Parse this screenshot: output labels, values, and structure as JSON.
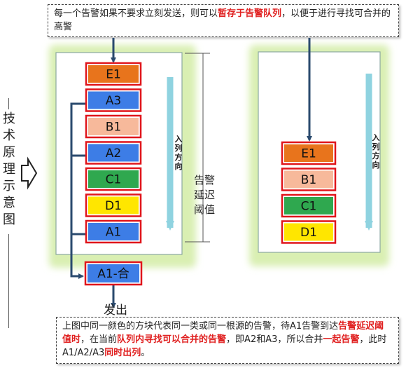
{
  "notes": {
    "top": [
      {
        "text": "每一个告警如果不要求立刻发送，则可以",
        "highlight": false
      },
      {
        "text": "暂存于告警队列",
        "highlight": true
      },
      {
        "text": "，以便于进行寻找可合并的高警",
        "highlight": false
      }
    ],
    "bottom": [
      {
        "text": "上图中同一颜色的方块代表同一类或同一根源的告警，待A1告警到达",
        "highlight": false
      },
      {
        "text": "告警延迟阈值时",
        "highlight": true
      },
      {
        "text": "，在当前",
        "highlight": false
      },
      {
        "text": "队列内寻找可以合并的告警",
        "highlight": true
      },
      {
        "text": "，即A2和A3，所以合并",
        "highlight": false
      },
      {
        "text": "一起告警",
        "highlight": true
      },
      {
        "text": "，此时A1/A2/A3",
        "highlight": false
      },
      {
        "text": "同时出列",
        "highlight": true
      },
      {
        "text": "。",
        "highlight": false
      }
    ]
  },
  "sidebar_label": "技术原理示意图",
  "left_queue": [
    {
      "label": "E1",
      "color": "#e8741c"
    },
    {
      "label": "A3",
      "color": "#3d7de6"
    },
    {
      "label": "B1",
      "color": "#f7b99b"
    },
    {
      "label": "A2",
      "color": "#3d7de6"
    },
    {
      "label": "C1",
      "color": "#2fa84f"
    },
    {
      "label": "D1",
      "color": "#ffe600"
    },
    {
      "label": "A1",
      "color": "#3d7de6"
    }
  ],
  "right_queue": [
    {
      "label": "E1",
      "color": "#e8741c"
    },
    {
      "label": "B1",
      "color": "#f7b99b"
    },
    {
      "label": "C1",
      "color": "#2fa84f"
    },
    {
      "label": "D1",
      "color": "#ffe600"
    }
  ],
  "merged_block": {
    "label": "A1-合",
    "color": "#3d7de6"
  },
  "dequeue_label": "发出",
  "direction_label": "入列方向",
  "threshold_label": "告警延迟阈值",
  "colors": {
    "queue_glow": "#d9efb2",
    "queue_border": "#8aa8a0",
    "block_border": "#e0151b",
    "arrow": "#2a4a6e",
    "direction_arrow": "#8fd3e0"
  }
}
